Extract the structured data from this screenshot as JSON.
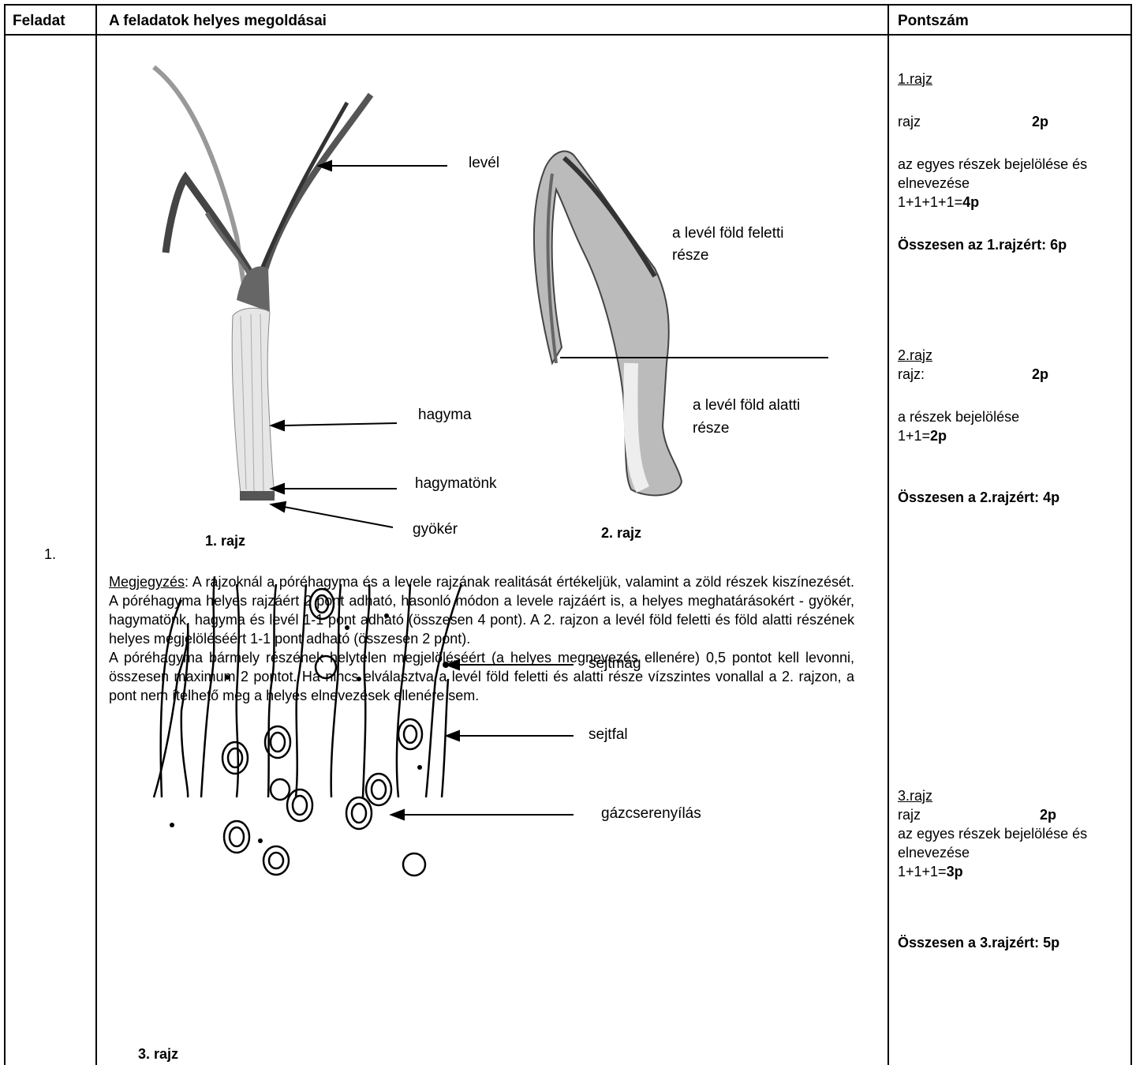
{
  "table": {
    "headers": {
      "task": "Feladat",
      "solutions": "A feladatok helyes megoldásai",
      "points": "Pontszám"
    },
    "task_number": "1."
  },
  "drawing1": {
    "caption": "1. rajz",
    "labels": {
      "leaf": "levél",
      "bulb": "hagyma",
      "basal_plate": "hagymatönk",
      "root": "gyökér"
    }
  },
  "drawing2": {
    "caption": "2. rajz",
    "labels": {
      "above_1": "a levél föld feletti",
      "above_2": "része",
      "below_1": "a levél föld alatti",
      "below_2": "része"
    }
  },
  "drawing3": {
    "caption": "3. rajz",
    "labels": {
      "nucleus": "sejtmag",
      "cell_wall": "sejtfal",
      "stoma": "gázcserenyílás"
    }
  },
  "note": {
    "title": "Megjegyzés",
    "p1": ": A rajzoknál a póréhagyma és a levele rajzának realitását értékeljük, valamint a zöld részek kiszínezését. A póréhagyma helyes rajzáért 2 pont adható, hasonló módon a levele rajzáért is, a helyes meghatárásokért - gyökér, hagymatönk, hagyma és levél 1-1 pont adható (összesen 4 pont). A 2. rajzon a levél föld feletti és föld alatti részének helyes megjelöléséért 1-1 pont adható (összesen 2 pont).",
    "p2": "A póréhagyma bármely részének helytelen megjelöléséért (a helyes megnevezés ellenére) 0,5 pontot kell levonni, összesen maximum 2 pontot. Ha nincs elválasztva a levél föld feletti és alatti része vízszintes vonallal a 2. rajzon, a pont nem ítélhető meg a helyes elnevezések ellenére sem."
  },
  "points": {
    "r1_title": "1.rajz",
    "r1_draw": "rajz",
    "r1_draw_pts": "2p",
    "r1_parts": "az egyes részek bejelölése és elnevezése",
    "r1_sum": "1+1+1+1=",
    "r1_sum_b": "4p",
    "r1_total": "Összesen az 1.rajzért: 6p",
    "r2_title": "2.rajz",
    "r2_draw": "rajz:",
    "r2_draw_pts": "2p",
    "r2_parts": "a részek bejelölése",
    "r2_sum": "1+1=",
    "r2_sum_b": "2p",
    "r2_total": "Összesen a 2.rajzért: 4p",
    "r3_title": "3.rajz",
    "r3_draw": "rajz",
    "r3_draw_pts": "2p",
    "r3_parts": "az egyes részek bejelölése és elnevezése",
    "r3_sum": "1+1+1=",
    "r3_sum_b": "3p",
    "r3_total": "Összesen a 3.rajzért: 5p"
  }
}
